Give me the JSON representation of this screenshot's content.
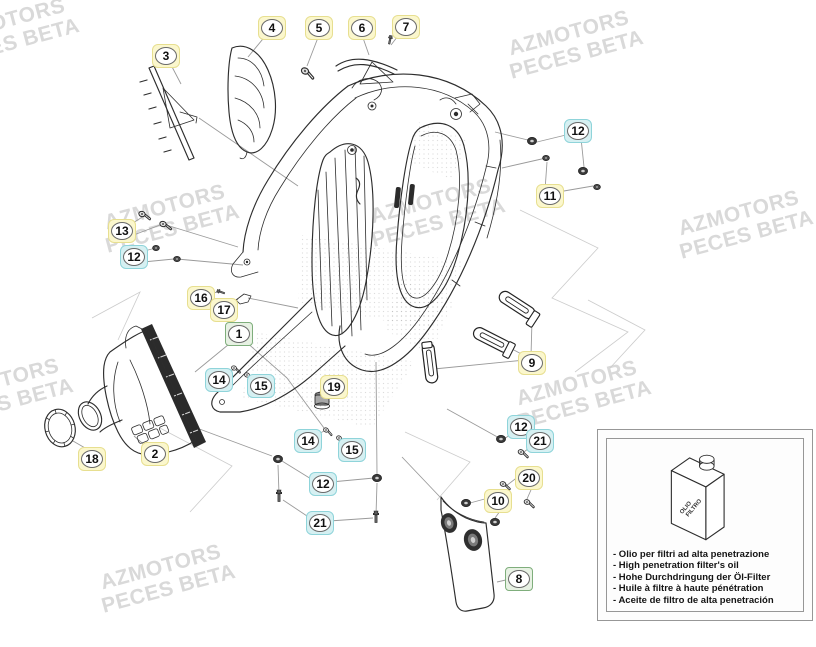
{
  "watermark": {
    "line1": "AZMOTORS",
    "line2": "PECES BETA"
  },
  "colors": {
    "ybg": "#fbf7cd",
    "ybr": "#e7df90",
    "cbg": "#d6f0f2",
    "cbr": "#8fd4da",
    "gbg": "#e7f1e3",
    "gbr": "#7fae7c",
    "ring": "#6a6a6a",
    "num": "#101010",
    "leader": "#9a9a9a",
    "art": "#2d2d2d",
    "ghost": "#cccccc",
    "wm": "#d9d9d9"
  },
  "callouts": [
    {
      "num": "3"
    },
    {
      "num": "4"
    },
    {
      "num": "5"
    },
    {
      "num": "6"
    },
    {
      "num": "7"
    },
    {
      "num": "12"
    },
    {
      "num": "11"
    },
    {
      "num": "13"
    },
    {
      "num": "12"
    },
    {
      "num": "16"
    },
    {
      "num": "17"
    },
    {
      "num": "1"
    },
    {
      "num": "14"
    },
    {
      "num": "15"
    },
    {
      "num": "19"
    },
    {
      "num": "9"
    },
    {
      "num": "18"
    },
    {
      "num": "2"
    },
    {
      "num": "14"
    },
    {
      "num": "15"
    },
    {
      "num": "12"
    },
    {
      "num": "21"
    },
    {
      "num": "12"
    },
    {
      "num": "21"
    },
    {
      "num": "20"
    },
    {
      "num": "10"
    },
    {
      "num": "8"
    }
  ],
  "legend": {
    "canister_line1": "OLIO",
    "canister_line2": "FILTRO",
    "lines": [
      "- Olio per filtri ad alta penetrazione",
      "- High penetration filter's oil",
      "- Hohe Durchdringung der Öl-Filter",
      "- Huile à filtre à haute pénétration",
      "- Aceite de filtro de alta penetración"
    ]
  }
}
